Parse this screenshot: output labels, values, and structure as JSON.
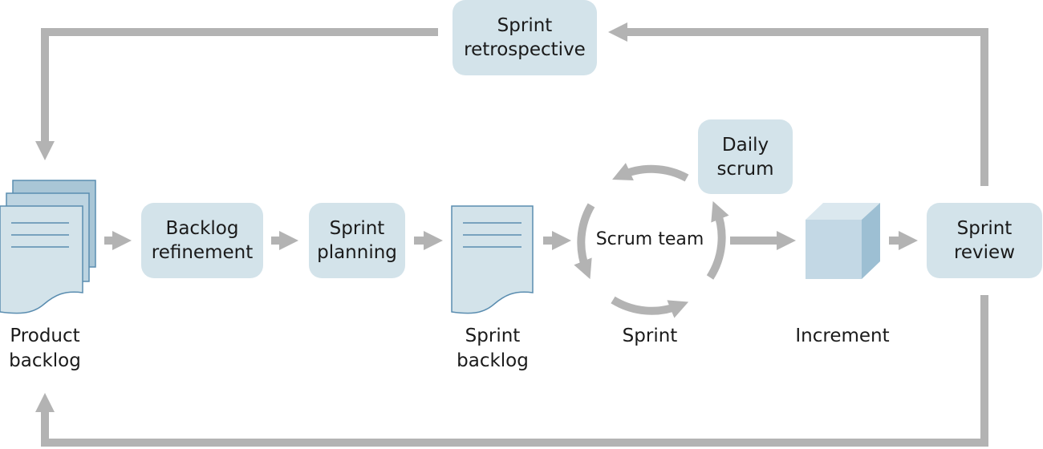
{
  "diagram": {
    "nodes": {
      "sprint_retrospective": [
        "Sprint",
        "retrospective"
      ],
      "backlog_refinement": [
        "Backlog",
        "refinement"
      ],
      "sprint_planning": [
        "Sprint",
        "planning"
      ],
      "daily_scrum": [
        "Daily",
        "scrum"
      ],
      "sprint_review": [
        "Sprint",
        "review"
      ],
      "scrum_team": "Scrum team"
    },
    "labels": {
      "product_backlog": [
        "Product",
        "backlog"
      ],
      "sprint_backlog": [
        "Sprint",
        "backlog"
      ],
      "sprint": "Sprint",
      "increment": "Increment"
    },
    "colors": {
      "box_fill": "#d3e3ea",
      "arrow": "#b3b3b3",
      "document_fill": "#d3e3ea",
      "document_back": "#a9c6d6",
      "document_stroke": "#5a8db0",
      "cube_front": "#c3d8e5",
      "cube_top": "#dbe8ef",
      "cube_side": "#9dbfd3"
    },
    "icons": [
      "stacked-documents-icon",
      "document-icon",
      "cube-icon",
      "cycle-arrows-icon"
    ]
  }
}
